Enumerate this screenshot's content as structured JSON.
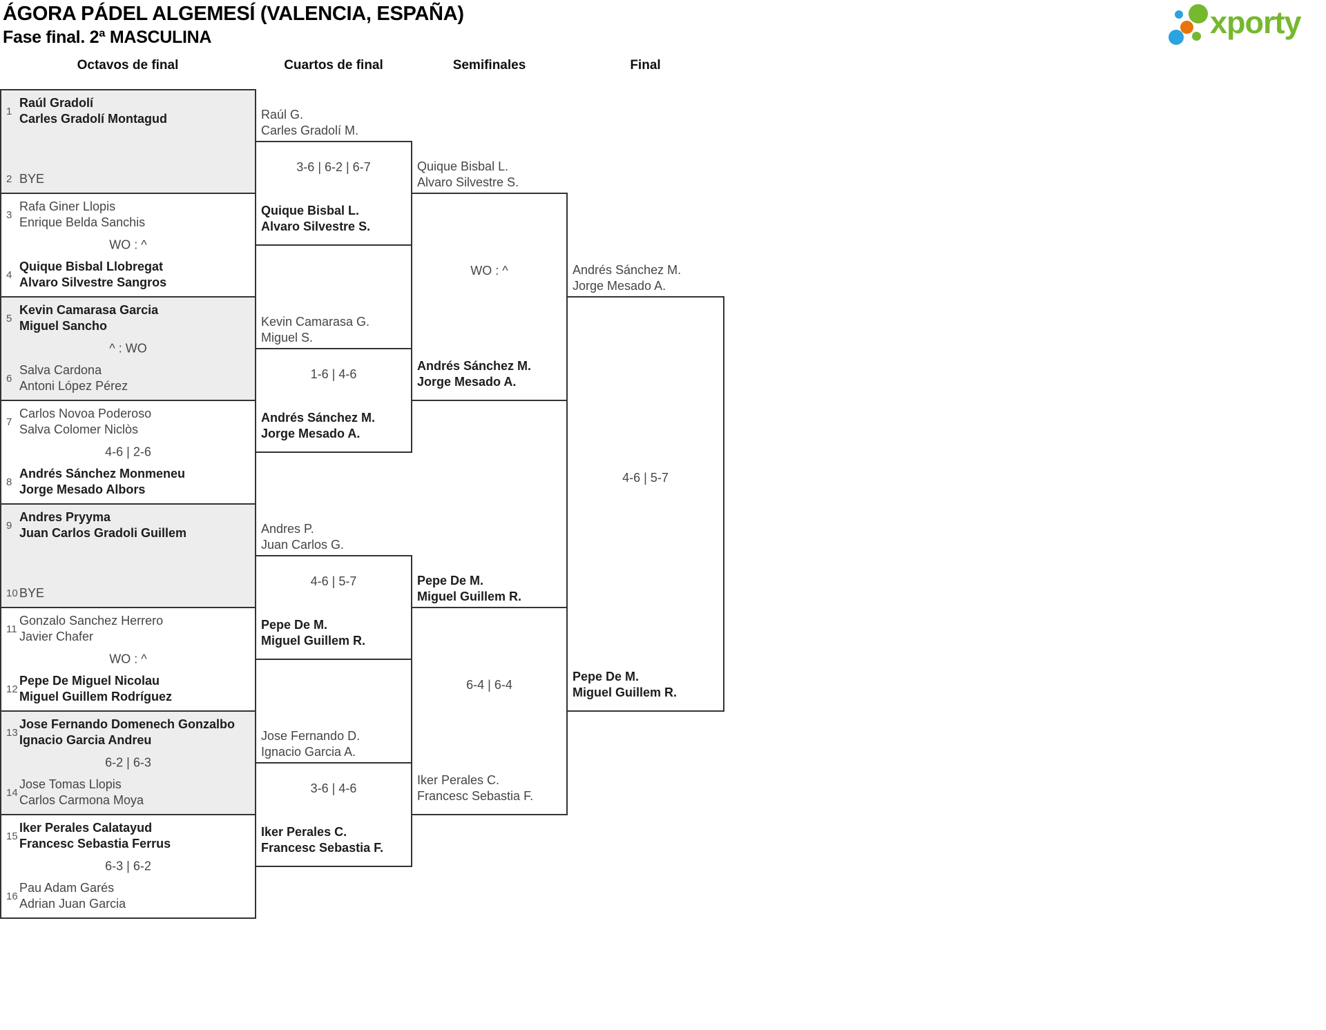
{
  "page": {
    "title": "ÁGORA PÁDEL ALGEMESÍ (VALENCIA, ESPAÑA)",
    "subtitle": "Fase final. 2ª MASCULINA"
  },
  "logo": {
    "text": "xporty",
    "green": "#76b82e",
    "blue": "#2ba3df",
    "orange": "#e8740c"
  },
  "round_headers": [
    "Octavos de final",
    "Cuartos de final",
    "Semifinales",
    "Final"
  ],
  "rounds": {
    "octavos": [
      {
        "score": "",
        "top": {
          "seed": "1",
          "winner": true,
          "names": [
            "Raúl Gradolí",
            "Carles Gradolí Montagud"
          ]
        },
        "bottom": {
          "seed": "2",
          "winner": false,
          "names": [
            "BYE"
          ]
        }
      },
      {
        "score": "WO : ^",
        "top": {
          "seed": "3",
          "winner": false,
          "names": [
            "Rafa Giner Llopis",
            "Enrique Belda Sanchis"
          ]
        },
        "bottom": {
          "seed": "4",
          "winner": true,
          "names": [
            "Quique Bisbal Llobregat",
            "Alvaro Silvestre Sangros"
          ]
        }
      },
      {
        "score": "^ : WO",
        "top": {
          "seed": "5",
          "winner": true,
          "names": [
            "Kevin Camarasa Garcia",
            "Miguel Sancho"
          ]
        },
        "bottom": {
          "seed": "6",
          "winner": false,
          "names": [
            "Salva Cardona",
            "Antoni López Pérez"
          ]
        }
      },
      {
        "score": "4-6 | 2-6",
        "top": {
          "seed": "7",
          "winner": false,
          "names": [
            "Carlos Novoa Poderoso",
            "Salva Colomer Niclòs"
          ]
        },
        "bottom": {
          "seed": "8",
          "winner": true,
          "names": [
            "Andrés Sánchez Monmeneu",
            "Jorge Mesado Albors"
          ]
        }
      },
      {
        "score": "",
        "top": {
          "seed": "9",
          "winner": true,
          "names": [
            "Andres Pryyma",
            "Juan Carlos Gradoli Guillem"
          ]
        },
        "bottom": {
          "seed": "10",
          "winner": false,
          "names": [
            "BYE"
          ]
        }
      },
      {
        "score": "WO : ^",
        "top": {
          "seed": "11",
          "winner": false,
          "names": [
            "Gonzalo Sanchez Herrero",
            "Javier Chafer"
          ]
        },
        "bottom": {
          "seed": "12",
          "winner": true,
          "names": [
            "Pepe De Miguel Nicolau",
            "Miguel Guillem Rodríguez"
          ]
        }
      },
      {
        "score": "6-2 | 6-3",
        "top": {
          "seed": "13",
          "winner": true,
          "names": [
            "Jose Fernando Domenech Gonzalbo",
            "Ignacio Garcia Andreu"
          ]
        },
        "bottom": {
          "seed": "14",
          "winner": false,
          "names": [
            "Jose Tomas Llopis",
            "Carlos Carmona Moya"
          ]
        }
      },
      {
        "score": "6-3 | 6-2",
        "top": {
          "seed": "15",
          "winner": true,
          "names": [
            "Iker Perales Calatayud",
            "Francesc Sebastia Ferrus"
          ]
        },
        "bottom": {
          "seed": "16",
          "winner": false,
          "names": [
            "Pau Adam Garés",
            "Adrian Juan Garcia"
          ]
        }
      }
    ],
    "cuartos": [
      {
        "score": "3-6 | 6-2 | 6-7",
        "top": {
          "winner": false,
          "names": [
            "Raúl G.",
            "Carles Gradolí M."
          ]
        },
        "bottom": {
          "winner": true,
          "names": [
            "Quique Bisbal L.",
            "Alvaro Silvestre S."
          ]
        }
      },
      {
        "score": "1-6 | 4-6",
        "top": {
          "winner": false,
          "names": [
            "Kevin Camarasa G.",
            "Miguel S."
          ]
        },
        "bottom": {
          "winner": true,
          "names": [
            "Andrés Sánchez M.",
            "Jorge Mesado A."
          ]
        }
      },
      {
        "score": "4-6 | 5-7",
        "top": {
          "winner": false,
          "names": [
            "Andres P.",
            "Juan Carlos G."
          ]
        },
        "bottom": {
          "winner": true,
          "names": [
            "Pepe De M.",
            "Miguel Guillem R."
          ]
        }
      },
      {
        "score": "3-6 | 4-6",
        "top": {
          "winner": false,
          "names": [
            "Jose Fernando D.",
            "Ignacio Garcia A."
          ]
        },
        "bottom": {
          "winner": true,
          "names": [
            "Iker Perales C.",
            "Francesc Sebastia F."
          ]
        }
      }
    ],
    "semifinales": [
      {
        "score": "WO : ^",
        "top": {
          "winner": false,
          "names": [
            "Quique Bisbal L.",
            "Alvaro Silvestre S."
          ]
        },
        "bottom": {
          "winner": true,
          "names": [
            "Andrés Sánchez M.",
            "Jorge Mesado A."
          ]
        }
      },
      {
        "score": "6-4 | 6-4",
        "top": {
          "winner": true,
          "names": [
            "Pepe De M.",
            "Miguel Guillem R."
          ]
        },
        "bottom": {
          "winner": false,
          "names": [
            "Iker Perales C.",
            "Francesc Sebastia F."
          ]
        }
      }
    ],
    "final": [
      {
        "score": "4-6 | 5-7",
        "top": {
          "winner": false,
          "names": [
            "Andrés Sánchez M.",
            "Jorge Mesado A."
          ]
        },
        "bottom": {
          "winner": true,
          "names": [
            "Pepe De M.",
            "Miguel Guillem R."
          ]
        }
      }
    ]
  }
}
